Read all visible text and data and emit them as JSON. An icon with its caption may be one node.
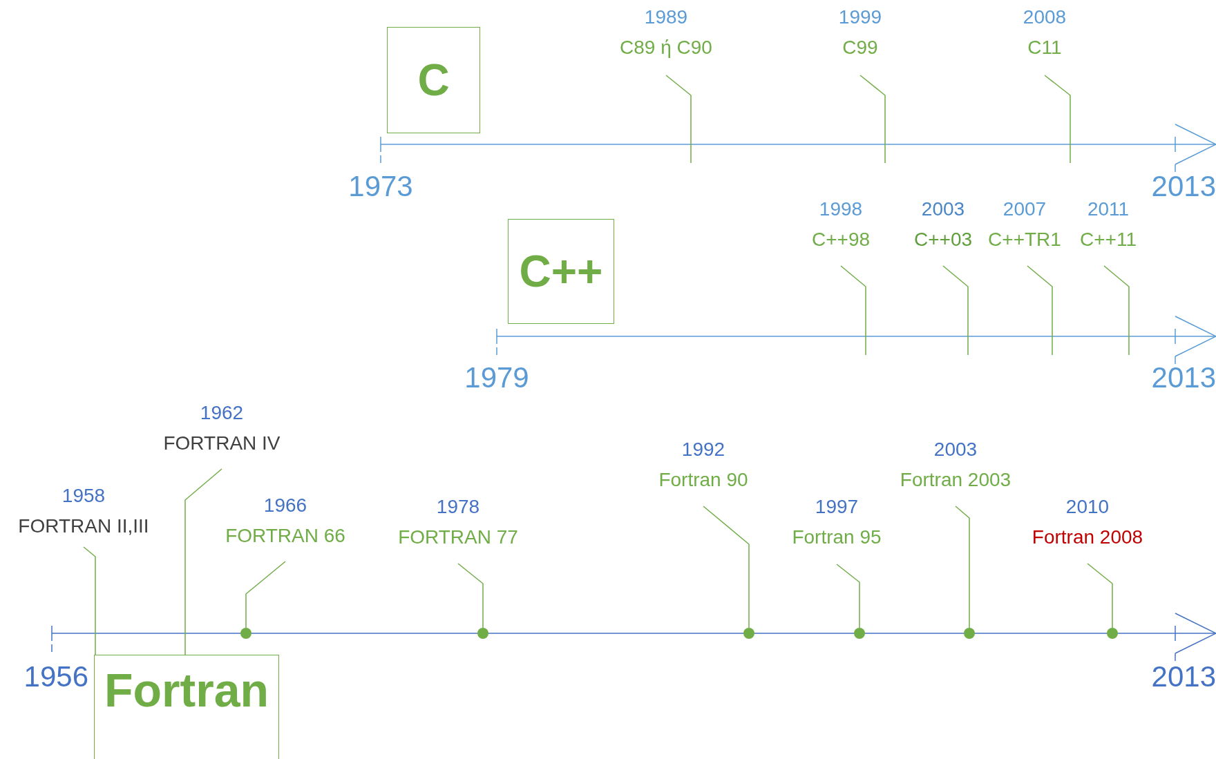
{
  "diagram": {
    "nodes": [
      {
        "text": [
          "C"
        ]
      },
      {
        "text": [
          "1989",
          "C89 ή C90"
        ]
      },
      {
        "text": [
          "1999",
          "C99"
        ]
      },
      {
        "text": [
          "2008",
          "C11"
        ]
      },
      {
        "text": [
          "C++"
        ]
      },
      {
        "text": [
          "1998",
          "C++98"
        ]
      },
      {
        "text": [
          "2003",
          "C++03"
        ]
      },
      {
        "text": [
          "2007",
          "C++TR1"
        ]
      },
      {
        "text": [
          "2011",
          "C++11"
        ]
      },
      {
        "text": [
          "1958",
          "FORTRAN II,III"
        ]
      },
      {
        "text": [
          "1962",
          "FORTRAN IV"
        ]
      },
      {
        "text": [
          "1966",
          "FORTRAN 66"
        ]
      },
      {
        "text": [
          "1978",
          "FORTRAN 77"
        ]
      },
      {
        "text": [
          "1992",
          "Fortran 90"
        ]
      },
      {
        "text": [
          "1997",
          "Fortran 95"
        ]
      },
      {
        "text": [
          "2003",
          "Fortran 2003"
        ]
      },
      {
        "text": [
          "2010",
          "Fortran 2008"
        ]
      },
      {
        "text": [
          "Fortran"
        ]
      },
      {
        "text": [],
        "shape": "circle"
      },
      {
        "text": [],
        "shape": "circle"
      },
      {
        "text": [],
        "shape": "circle"
      },
      {
        "text": [],
        "shape": "circle"
      },
      {
        "text": [],
        "shape": "circle"
      },
      {
        "text": [],
        "shape": "circle"
      }
    ],
    "edges": [
      {
        "from": 1,
        "to": null,
        "arrow": "none"
      },
      {
        "from": 2,
        "to": null,
        "arrow": "none"
      },
      {
        "from": 3,
        "to": null,
        "arrow": "none"
      },
      {
        "from": 5,
        "to": null,
        "arrow": "none"
      },
      {
        "from": 6,
        "to": null,
        "arrow": "none"
      },
      {
        "from": 7,
        "to": null,
        "arrow": "none"
      },
      {
        "from": 8,
        "to": null,
        "arrow": "none"
      },
      {
        "from": 9,
        "to": 17,
        "arrow": "none"
      },
      {
        "from": 10,
        "to": 17,
        "arrow": "none"
      },
      {
        "from": 11,
        "to": 18,
        "arrow": "none"
      },
      {
        "from": 12,
        "to": 19,
        "arrow": "none"
      },
      {
        "from": 13,
        "to": 20,
        "arrow": "none"
      },
      {
        "from": 14,
        "to": 21,
        "arrow": "none"
      },
      {
        "from": 15,
        "to": 22,
        "arrow": "none"
      },
      {
        "from": 16,
        "to": 23,
        "arrow": "none"
      }
    ],
    "labels": [
      "1973",
      "2013",
      "1979",
      "2013",
      "1956",
      "2013"
    ]
  }
}
